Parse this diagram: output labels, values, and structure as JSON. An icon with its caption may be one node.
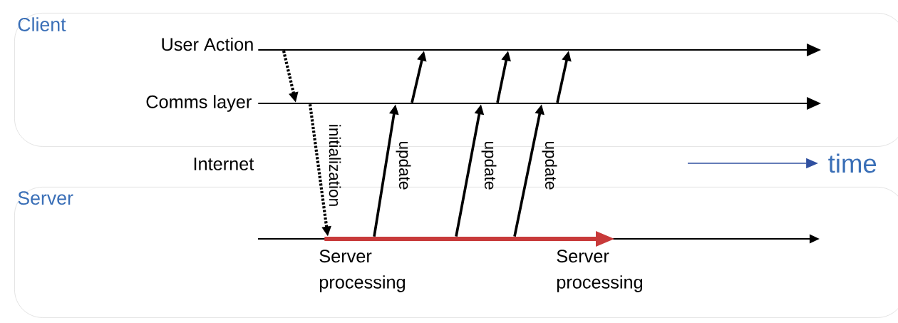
{
  "diagram": {
    "nodes": [
      {
        "text": [
          "Client"
        ]
      },
      {
        "text": [
          "User Action"
        ],
        "in": 0
      },
      {
        "text": [
          "Comms layer"
        ],
        "in": 0
      },
      {
        "text": [],
        "shape": "bar",
        "in": 0
      },
      {
        "text": [],
        "shape": "bar",
        "in": 0
      },
      {
        "text": [
          "Server"
        ]
      },
      {
        "text": [],
        "shape": "bar",
        "in": 5,
        "beside": [
          "Server processing",
          "Server processing"
        ]
      }
    ],
    "edges": [
      {
        "from": 3,
        "to": 4,
        "arrow": "to",
        "style": "dashed"
      },
      {
        "from": 4,
        "to": 6,
        "arrow": "to",
        "style": "dashed",
        "label": "initialization"
      },
      {
        "from": 6,
        "to": 4,
        "arrow": "to",
        "label": "update"
      },
      {
        "from": 6,
        "to": 4,
        "arrow": "to",
        "label": "update"
      },
      {
        "from": 6,
        "to": 4,
        "arrow": "to",
        "label": "update"
      },
      {
        "from": 4,
        "to": 3,
        "arrow": "to"
      },
      {
        "from": 4,
        "to": 3,
        "arrow": "to"
      },
      {
        "from": 4,
        "to": 3,
        "arrow": "to"
      }
    ],
    "labels": [
      "Internet",
      "time"
    ]
  }
}
